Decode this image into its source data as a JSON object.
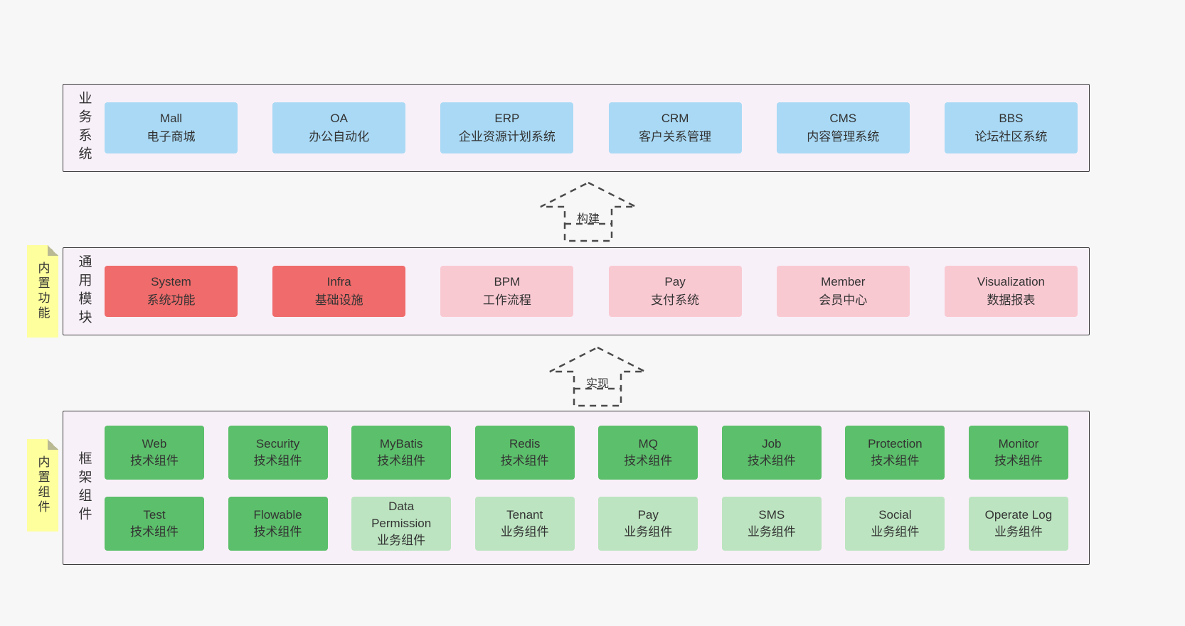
{
  "layers": {
    "business": {
      "label": "业务系统",
      "boxes": [
        {
          "title": "Mall",
          "subtitle": "电子商城",
          "variant": "blue"
        },
        {
          "title": "OA",
          "subtitle": "办公自动化",
          "variant": "blue"
        },
        {
          "title": "ERP",
          "subtitle": "企业资源计划系统",
          "variant": "blue"
        },
        {
          "title": "CRM",
          "subtitle": "客户关系管理",
          "variant": "blue"
        },
        {
          "title": "CMS",
          "subtitle": "内容管理系统",
          "variant": "blue"
        },
        {
          "title": "BBS",
          "subtitle": "论坛社区系统",
          "variant": "blue"
        }
      ]
    },
    "modules": {
      "label": "通用模块",
      "sticky": "内置功能",
      "boxes": [
        {
          "title": "System",
          "subtitle": "系统功能",
          "variant": "red"
        },
        {
          "title": "Infra",
          "subtitle": "基础设施",
          "variant": "red"
        },
        {
          "title": "BPM",
          "subtitle": "工作流程",
          "variant": "pink"
        },
        {
          "title": "Pay",
          "subtitle": "支付系统",
          "variant": "pink"
        },
        {
          "title": "Member",
          "subtitle": "会员中心",
          "variant": "pink"
        },
        {
          "title": "Visualization",
          "subtitle": "数据报表",
          "variant": "pink"
        }
      ]
    },
    "framework": {
      "label": "框架组件",
      "sticky": "内置组件",
      "row1": [
        {
          "title": "Web",
          "subtitle": "技术组件",
          "variant": "green-dark"
        },
        {
          "title": "Security",
          "subtitle": "技术组件",
          "variant": "green-dark"
        },
        {
          "title": "MyBatis",
          "subtitle": "技术组件",
          "variant": "green-dark"
        },
        {
          "title": "Redis",
          "subtitle": "技术组件",
          "variant": "green-dark"
        },
        {
          "title": "MQ",
          "subtitle": "技术组件",
          "variant": "green-dark"
        },
        {
          "title": "Job",
          "subtitle": "技术组件",
          "variant": "green-dark"
        },
        {
          "title": "Protection",
          "subtitle": "技术组件",
          "variant": "green-dark"
        },
        {
          "title": "Monitor",
          "subtitle": "技术组件",
          "variant": "green-dark"
        }
      ],
      "row2": [
        {
          "title": "Test",
          "subtitle": "技术组件",
          "variant": "green-dark"
        },
        {
          "title": "Flowable",
          "subtitle": "技术组件",
          "variant": "green-dark"
        },
        {
          "title": "Data Permission",
          "subtitle": "业务组件",
          "variant": "green-light"
        },
        {
          "title": "Tenant",
          "subtitle": "业务组件",
          "variant": "green-light"
        },
        {
          "title": "Pay",
          "subtitle": "业务组件",
          "variant": "green-light"
        },
        {
          "title": "SMS",
          "subtitle": "业务组件",
          "variant": "green-light"
        },
        {
          "title": "Social",
          "subtitle": "业务组件",
          "variant": "green-light"
        },
        {
          "title": "Operate Log",
          "subtitle": "业务组件",
          "variant": "green-light"
        }
      ]
    }
  },
  "arrows": {
    "build": "构建",
    "implement": "实现"
  },
  "colors": {
    "page_bg": "#f7f7f7",
    "layer_bg": "#f8f0f8",
    "layer_border": "#3c3c3c",
    "blue_box": "#a9d9f5",
    "red_box": "#f06b6b",
    "pink_box": "#f9c9d2",
    "green_dark_box": "#5cbf6b",
    "green_light_box": "#bce4c0",
    "sticky_bg": "#feff9d",
    "text": "#333333"
  }
}
